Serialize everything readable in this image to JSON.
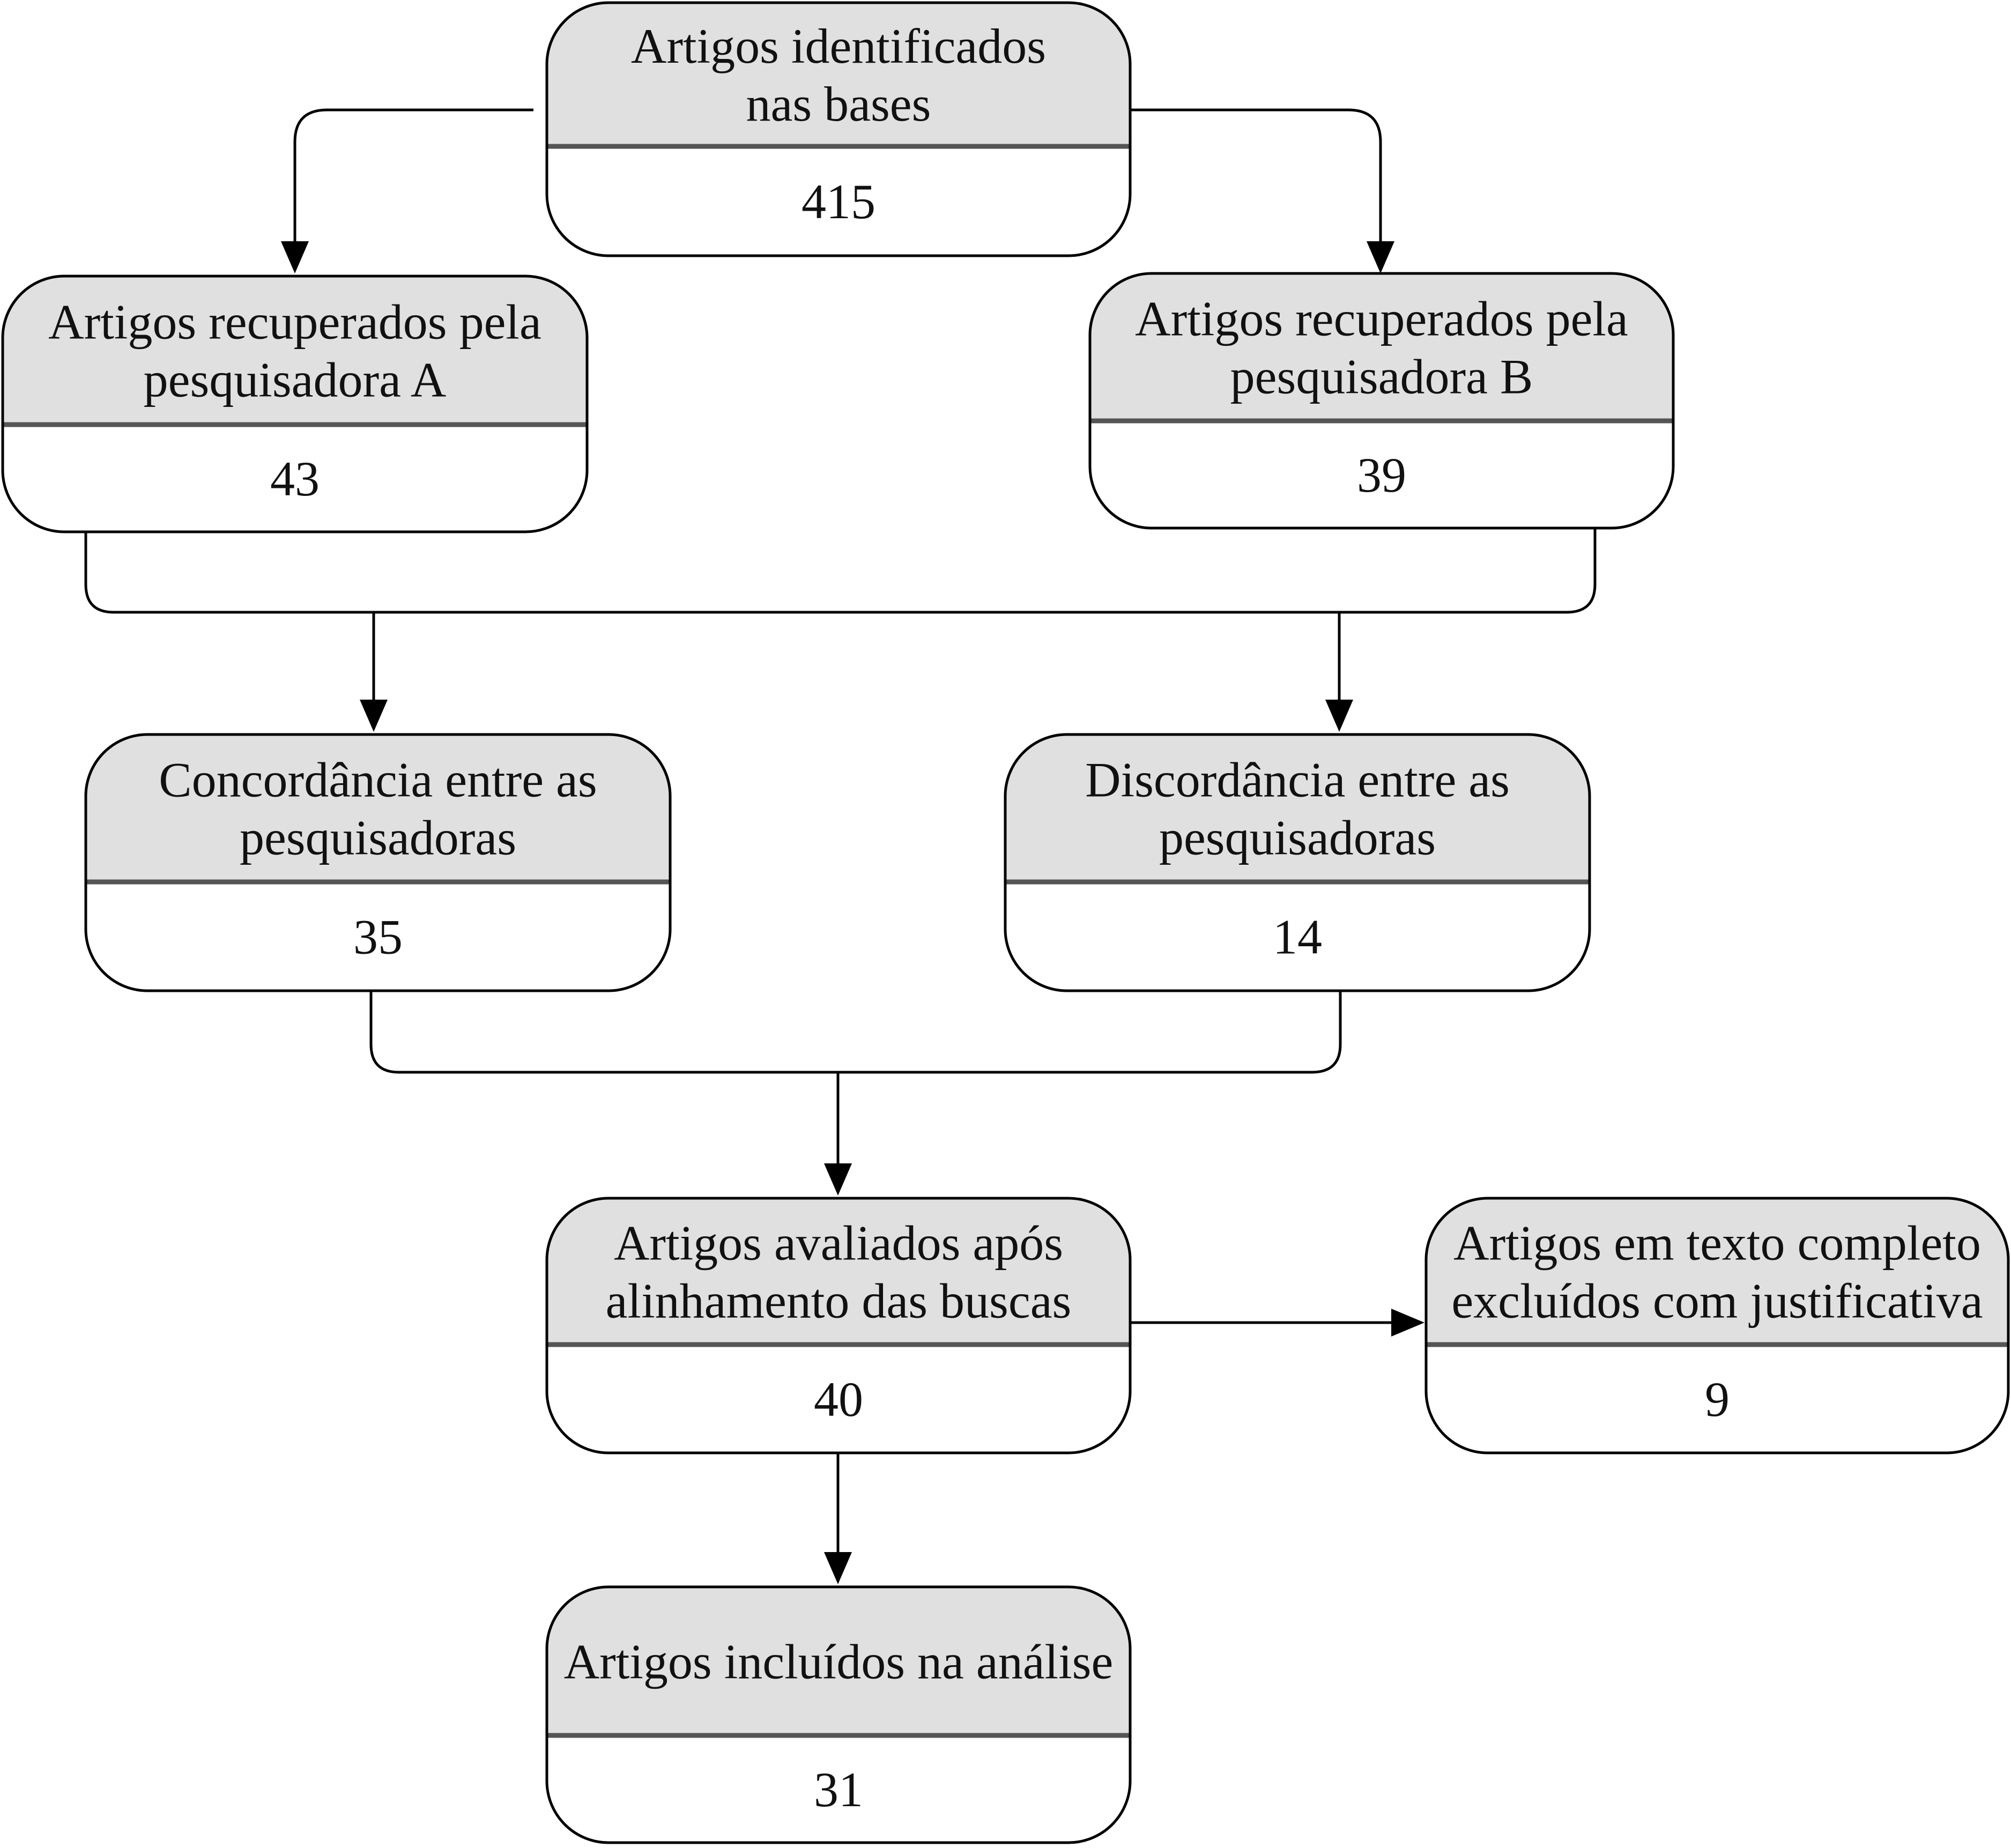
{
  "colors": {
    "header_fill": "#e0e0e0",
    "body_fill": "#ffffff",
    "stroke": "#000000",
    "divider": "#555555"
  },
  "boxes": {
    "identified": {
      "title_lines": [
        "Artigos identificados",
        "nas bases"
      ],
      "count": "415"
    },
    "researcher_a": {
      "title_lines": [
        "Artigos recuperados pela",
        "pesquisadora A"
      ],
      "count": "43"
    },
    "researcher_b": {
      "title_lines": [
        "Artigos recuperados pela",
        "pesquisadora B"
      ],
      "count": "39"
    },
    "agreement": {
      "title_lines": [
        "Concordância entre as",
        "pesquisadoras"
      ],
      "count": "35"
    },
    "disagreement": {
      "title_lines": [
        "Discordância entre as",
        "pesquisadoras"
      ],
      "count": "14"
    },
    "evaluated": {
      "title_lines": [
        "Artigos  avaliados após",
        "alinhamento das buscas"
      ],
      "count": "40"
    },
    "excluded": {
      "title_lines": [
        "Artigos em texto completo",
        "excluídos com justificativa"
      ],
      "count": "9"
    },
    "included": {
      "title_lines": [
        "Artigos incluídos na análise"
      ],
      "count": "31"
    }
  }
}
